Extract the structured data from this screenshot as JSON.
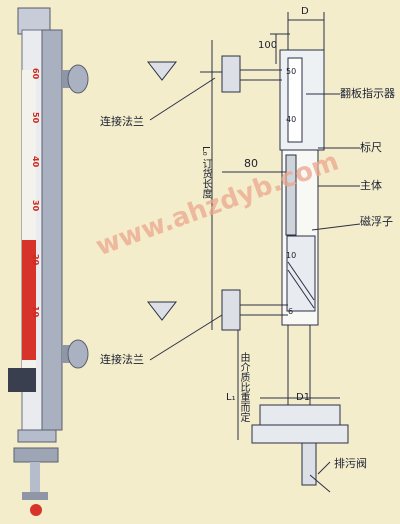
{
  "labels": {
    "flange_top": "连接法兰",
    "flange_bottom": "连接法兰",
    "indicator": "翻板指示器",
    "scale": "标尺",
    "body": "主体",
    "float": "磁浮子",
    "drain": "排污阀"
  },
  "dimensions": {
    "d": "D",
    "d_offset": "100",
    "center": "80",
    "length": "L₀ 订货长度",
    "l1": "L₁",
    "l1_note": "由介质比重而定",
    "d1": "D1"
  },
  "indicator_scale": [
    "50",
    "40",
    "10",
    "6"
  ],
  "left_scale": [
    "60",
    "50",
    "40",
    "30",
    "20",
    "10"
  ],
  "watermark": "www.ahzdyb.com",
  "colors": {
    "scale_red": "#cc2b1f",
    "pipe": "#9aa2b3",
    "line": "#2a2f44"
  }
}
